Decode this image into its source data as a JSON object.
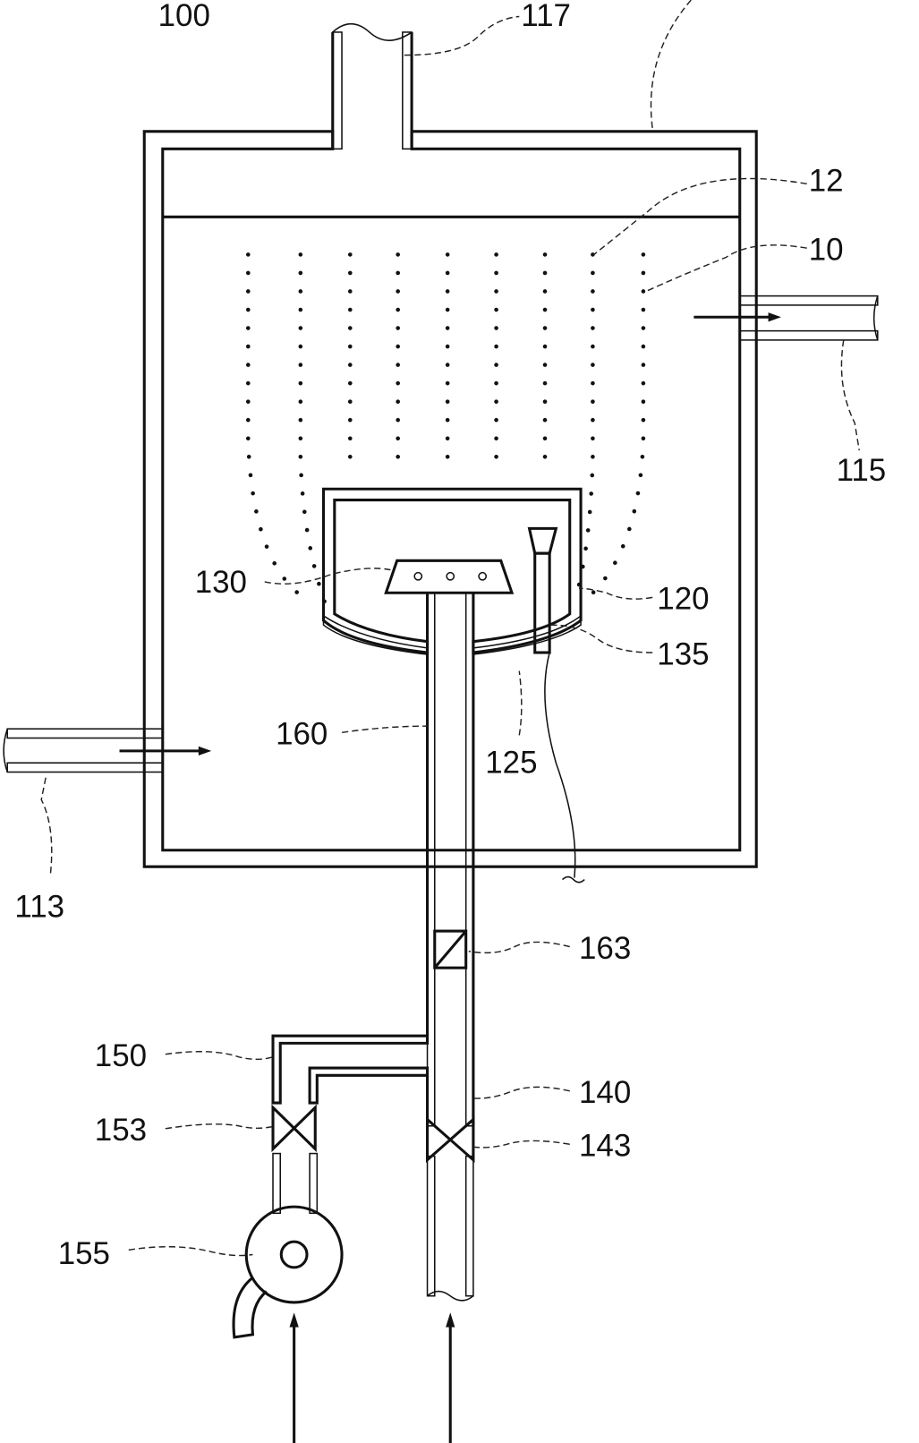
{
  "figure": {
    "labels": {
      "l100": "100",
      "l117": "117",
      "l12": "12",
      "l10": "10",
      "l115": "115",
      "l130": "130",
      "l120": "120",
      "l135": "135",
      "l160": "160",
      "l125": "125",
      "l113": "113",
      "l163": "163",
      "l150": "150",
      "l140": "140",
      "l153": "153",
      "l143": "143",
      "l155": "155"
    },
    "colors": {
      "line": "#111111",
      "background": "#ffffff"
    }
  }
}
